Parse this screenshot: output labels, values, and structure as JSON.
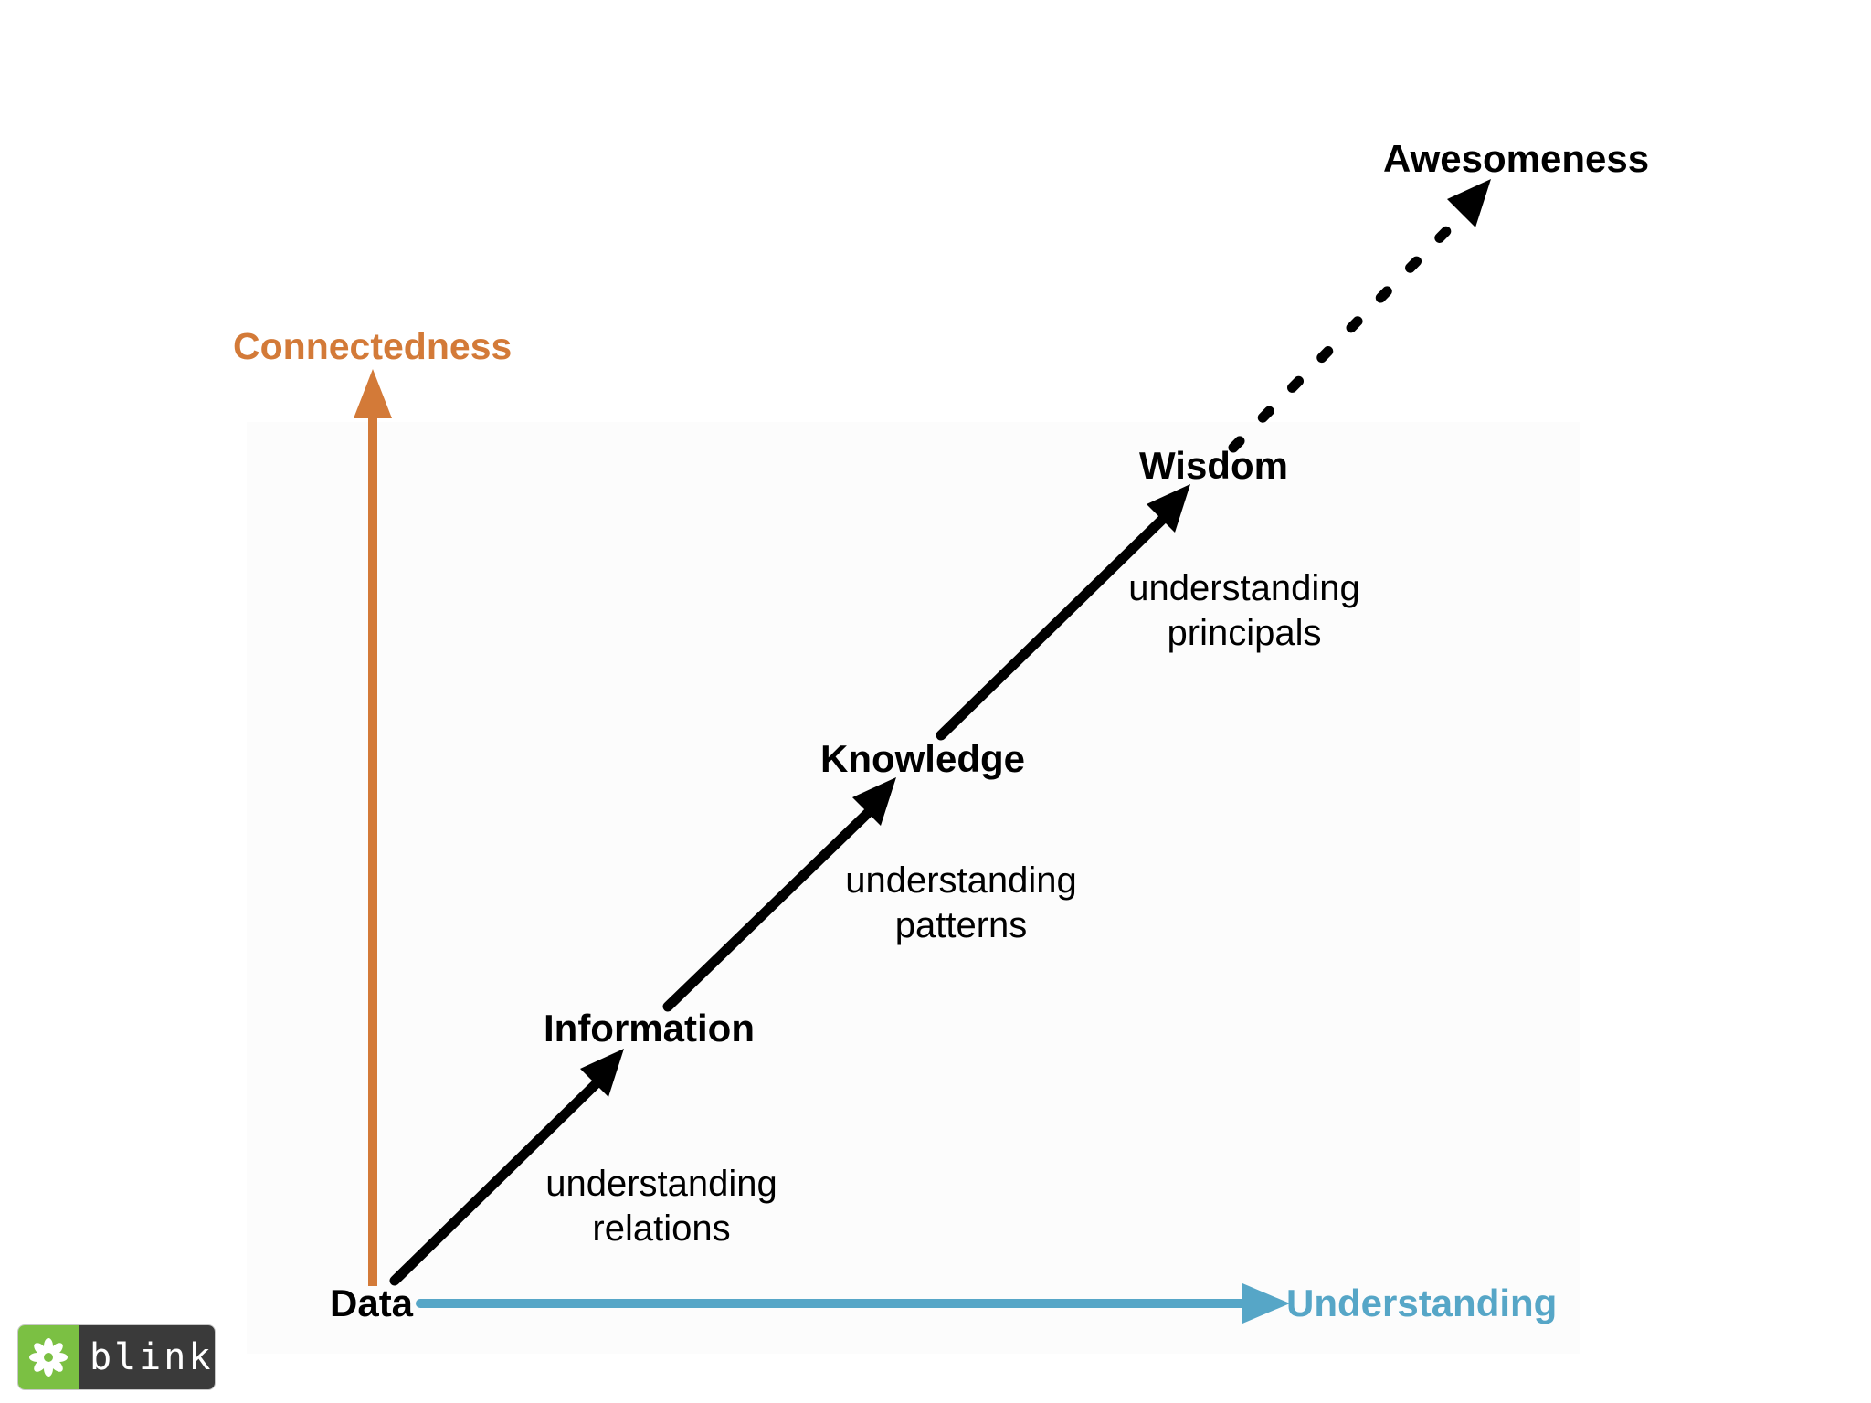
{
  "axes": {
    "y_label": "Connectedness",
    "x_label": "Understanding",
    "y_color": "#d37a38",
    "x_color": "#56a6c7"
  },
  "stages": {
    "data": "Data",
    "information": "Information",
    "knowledge": "Knowledge",
    "wisdom": "Wisdom",
    "awesomeness": "Awesomeness"
  },
  "transitions": {
    "relations": [
      "understanding",
      "relations"
    ],
    "patterns": [
      "understanding",
      "patterns"
    ],
    "principals": [
      "understanding",
      "principals"
    ]
  },
  "logo": {
    "text": "blink",
    "icon": "asterisk-flower-icon",
    "accent": "#7bc043"
  }
}
